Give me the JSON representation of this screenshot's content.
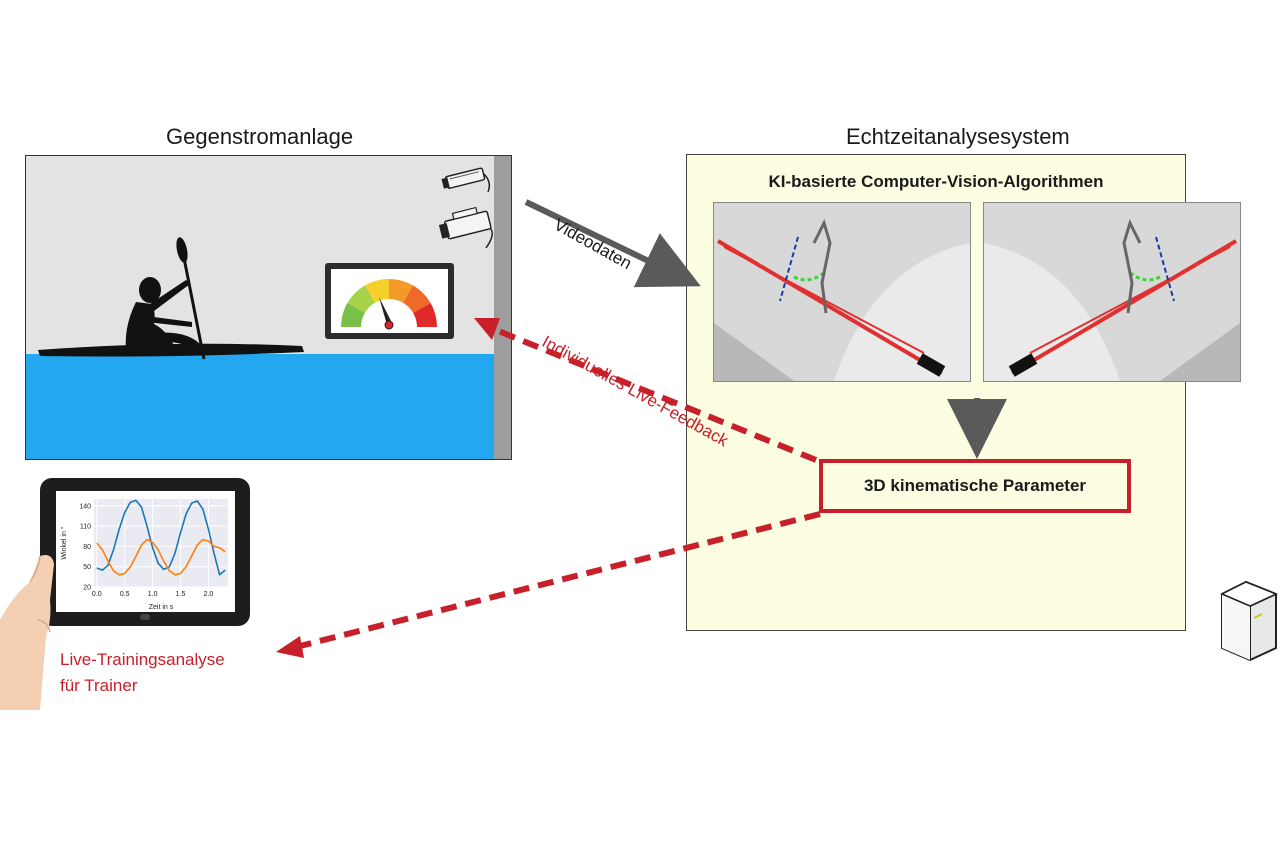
{
  "left_title": "Gegenstromanlage",
  "right_title": "Echtzeitanalysesystem",
  "cv_title": "KI-basierte Computer-Vision-Algorithmen",
  "param_label": "3D kinematische Parameter",
  "arrow_video_label": "Videodaten",
  "arrow_feedback_label": "Individuelles Live-Feedback",
  "trainer_label_line1": "Live-Trainingsanalyse",
  "trainer_label_line2": "für Trainer",
  "tablet_chart": {
    "y_label": "Winkel in °",
    "x_label": "Zeit in s",
    "y_ticks": [
      "140",
      "110",
      "80",
      "50",
      "20"
    ],
    "x_ticks": [
      "0.0",
      "0.5",
      "1.0",
      "1.5",
      "2.0"
    ]
  },
  "chart_data": {
    "type": "line",
    "xlabel": "Zeit in s",
    "ylabel": "Winkel in °",
    "ylim": [
      20,
      150
    ],
    "xlim": [
      -0.05,
      2.35
    ],
    "x": [
      0.0,
      0.1,
      0.2,
      0.3,
      0.4,
      0.5,
      0.6,
      0.7,
      0.8,
      0.9,
      1.0,
      1.1,
      1.2,
      1.3,
      1.4,
      1.5,
      1.6,
      1.7,
      1.8,
      1.9,
      2.0,
      2.1,
      2.2,
      2.3
    ],
    "series": [
      {
        "color": "#1f77b4",
        "values": [
          48,
          45,
          52,
          75,
          105,
          130,
          145,
          148,
          138,
          110,
          78,
          55,
          46,
          50,
          70,
          100,
          128,
          144,
          147,
          135,
          105,
          70,
          38,
          45
        ]
      },
      {
        "color": "#ff7f0e",
        "values": [
          85,
          75,
          58,
          44,
          38,
          40,
          50,
          65,
          82,
          90,
          86,
          75,
          58,
          44,
          38,
          40,
          50,
          66,
          82,
          90,
          88,
          80,
          78,
          72
        ]
      }
    ]
  },
  "colors": {
    "water": "#23a7ee",
    "pool_background": "#e3e3e3",
    "analysis_background": "#fdfde2",
    "feedback_red": "#c8202a",
    "arrow_gray": "#5a5a5a"
  },
  "icons": [
    "kayak-athlete-icon",
    "camera-icon",
    "speedometer-gauge-icon",
    "computer-server-icon",
    "hand-icon",
    "tablet-icon"
  ]
}
